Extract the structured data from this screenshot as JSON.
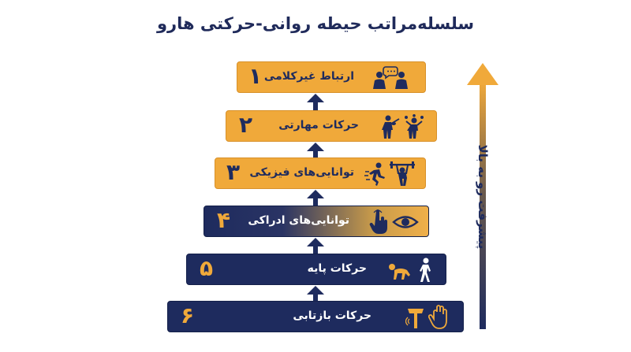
{
  "title": "سلسله‌مراتب حیطه روانی-حرکتی هارو",
  "side_label": "پیشرفت رو به بالا",
  "tiers": [
    {
      "num": "۱",
      "label": "ارتباط غیرکلامی",
      "icons": [
        "conversation-icon"
      ],
      "style": "gold"
    },
    {
      "num": "۲",
      "label": "حرکات مهارتی",
      "icons": [
        "violinist-icon",
        "juggler-icon"
      ],
      "style": "gold"
    },
    {
      "num": "۳",
      "label": "توانایی‌های فیزیکی",
      "icons": [
        "runner-icon",
        "weightlifter-icon"
      ],
      "style": "gold"
    },
    {
      "num": "۴",
      "label": "توانایی‌های ادراکی",
      "icons": [
        "touch-hand-icon",
        "eye-icon"
      ],
      "style": "grad"
    },
    {
      "num": "۵",
      "label": "حرکات پایه",
      "icons": [
        "crawling-baby-icon",
        "walking-person-icon"
      ],
      "style": "dark"
    },
    {
      "num": "۶",
      "label": "حرکات بازتابی",
      "icons": [
        "reflex-hammer-icon",
        "reflex-hand-icon"
      ],
      "style": "dark"
    }
  ],
  "colors": {
    "navy": "#1e2b5e",
    "gold": "#f0a93a"
  }
}
